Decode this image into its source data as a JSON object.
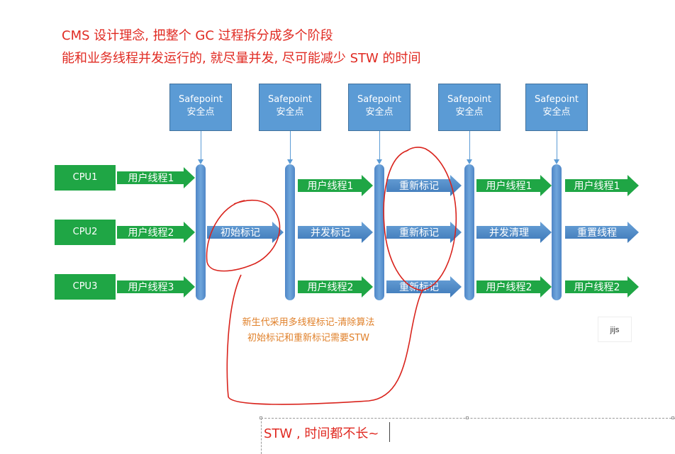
{
  "title": {
    "line1": "CMS 设计理念, 把整个 GC 过程拆分成多个阶段",
    "line2": "能和业务线程并发运行的, 就尽量并发, 尽可能减少 STW 的时间"
  },
  "safepoints": [
    {
      "line1": "Safepoint",
      "line2": "安全点"
    },
    {
      "line1": "Safepoint",
      "line2": "安全点"
    },
    {
      "line1": "Safepoint",
      "line2": "安全点"
    },
    {
      "line1": "Safepoint",
      "line2": "安全点"
    },
    {
      "line1": "Safepoint",
      "line2": "安全点"
    }
  ],
  "cpus": [
    {
      "label": "CPU1",
      "segments": [
        "用户线程1",
        "",
        "用户线程1",
        "重新标记",
        "用户线程1",
        "用户线程1"
      ]
    },
    {
      "label": "CPU2",
      "segments": [
        "用户线程2",
        "初始标记",
        "并发标记",
        "重新标记",
        "并发清理",
        "重置线程"
      ]
    },
    {
      "label": "CPU3",
      "segments": [
        "用户线程3",
        "",
        "用户线程2",
        "重新标记",
        "用户线程2",
        "用户线程2"
      ]
    }
  ],
  "notes": {
    "line1": "新生代采用多线程标记-清除算法",
    "line2": "初始标记和重新标记需要STW"
  },
  "watermark": "jijs",
  "annotation_input": "STW , 时间都不长~",
  "colors": {
    "title_red": "#e02a22",
    "safepoint_blue": "#5b9bd5",
    "cpu_green": "#1fa645",
    "note_orange": "#e0802a",
    "handwriting_red": "#d9231c"
  }
}
